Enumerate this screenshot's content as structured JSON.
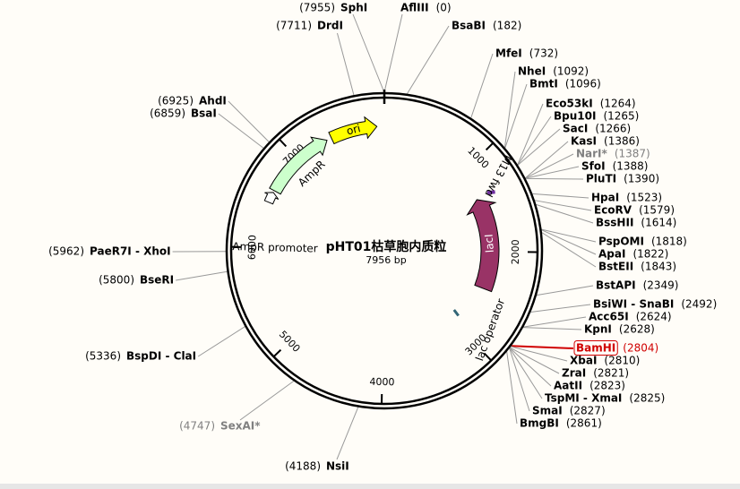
{
  "plasmid": {
    "name": "pHT01枯草胞内质粒",
    "size_label": "7956 bp",
    "length": 7956
  },
  "colors": {
    "backbone": "#000000",
    "ori": "#ffff00",
    "ampr": "#ccffcc",
    "laci": "#993366",
    "m13": "#7030a0",
    "lac_operator": "#336677",
    "highlight": "#d00000",
    "leader": "#999999"
  },
  "ticks": [
    "1000",
    "2000",
    "3000",
    "4000",
    "5000",
    "6000",
    "7000"
  ],
  "features": [
    {
      "id": "ori",
      "label": "ori",
      "start": 7400,
      "end": 7880,
      "fill": "#ffff00",
      "label_position": 7640
    },
    {
      "id": "laci",
      "label": "lacI",
      "start": 2450,
      "end": 1350,
      "fill": "#993366",
      "label_position": 1900
    },
    {
      "id": "ampr",
      "label": "AmpR",
      "start": 6600,
      "end": 7350,
      "fill": "#ccffcc",
      "label_position": 7000
    },
    {
      "id": "ampr-promoter",
      "label": "AmpR promoter",
      "start": 6470,
      "end": 6580,
      "fill": "#ffffff",
      "label_position": 6000
    },
    {
      "id": "m13-fwd",
      "label": "M13 fwd",
      "start": 1340,
      "end": 1370,
      "fill": "#7030a0",
      "label_position": 1250
    },
    {
      "id": "lac-operator",
      "label": "lac operator",
      "start": 2880,
      "end": 2900,
      "fill": "#336677",
      "label_position": 2800
    }
  ],
  "sites": [
    {
      "name": "SphI",
      "pos": "(7955)",
      "at": 7955
    },
    {
      "name": "AflIII",
      "pos": "(0)",
      "at": 0
    },
    {
      "name": "BsaBI",
      "pos": "(182)",
      "at": 182
    },
    {
      "name": "DrdI",
      "pos": "(7711)",
      "at": 7711
    },
    {
      "name": "MfeI",
      "pos": "(732)",
      "at": 732
    },
    {
      "name": "NheI",
      "pos": "(1092)",
      "at": 1092
    },
    {
      "name": "BmtI",
      "pos": "(1096)",
      "at": 1096
    },
    {
      "name": "Eco53kI",
      "pos": "(1264)",
      "at": 1264
    },
    {
      "name": "Bpu10I",
      "pos": "(1265)",
      "at": 1265
    },
    {
      "name": "SacI",
      "pos": "(1266)",
      "at": 1266
    },
    {
      "name": "KasI",
      "pos": "(1386)",
      "at": 1386
    },
    {
      "name": "NarI*",
      "pos": "(1387)",
      "at": 1387,
      "style": "dim"
    },
    {
      "name": "SfoI",
      "pos": "(1388)",
      "at": 1388
    },
    {
      "name": "PluTI",
      "pos": "(1390)",
      "at": 1390
    },
    {
      "name": "HpaI",
      "pos": "(1523)",
      "at": 1523
    },
    {
      "name": "EcoRV",
      "pos": "(1579)",
      "at": 1579
    },
    {
      "name": "BssHII",
      "pos": "(1614)",
      "at": 1614
    },
    {
      "name": "PspOMI",
      "pos": "(1818)",
      "at": 1818
    },
    {
      "name": "ApaI",
      "pos": "(1822)",
      "at": 1822
    },
    {
      "name": "BstEII",
      "pos": "(1843)",
      "at": 1843
    },
    {
      "name": "BstAPI",
      "pos": "(2349)",
      "at": 2349
    },
    {
      "name": "BsiWI - SnaBI",
      "pos": "(2492)",
      "at": 2492
    },
    {
      "name": "Acc65I",
      "pos": "(2624)",
      "at": 2624
    },
    {
      "name": "KpnI",
      "pos": "(2628)",
      "at": 2628
    },
    {
      "name": "BamHI",
      "pos": "(2804)",
      "at": 2804,
      "style": "highlight"
    },
    {
      "name": "XbaI",
      "pos": "(2810)",
      "at": 2810
    },
    {
      "name": "ZraI",
      "pos": "(2821)",
      "at": 2821
    },
    {
      "name": "AatII",
      "pos": "(2823)",
      "at": 2823
    },
    {
      "name": "TspMI - XmaI",
      "pos": "(2825)",
      "at": 2825
    },
    {
      "name": "SmaI",
      "pos": "(2827)",
      "at": 2827
    },
    {
      "name": "BmgBI",
      "pos": "(2861)",
      "at": 2861
    },
    {
      "name": "NsiI",
      "pos": "(4188)",
      "at": 4188
    },
    {
      "name": "SexAI*",
      "pos": "(4747)",
      "at": 4747,
      "style": "dim"
    },
    {
      "name": "BspDI - ClaI",
      "pos": "(5336)",
      "at": 5336
    },
    {
      "name": "BseRI",
      "pos": "(5800)",
      "at": 5800
    },
    {
      "name": "PaeR7I - XhoI",
      "pos": "(5962)",
      "at": 5962
    },
    {
      "name": "BsaI",
      "pos": "(6859)",
      "at": 6859
    },
    {
      "name": "AhdI",
      "pos": "(6925)",
      "at": 6925
    }
  ]
}
